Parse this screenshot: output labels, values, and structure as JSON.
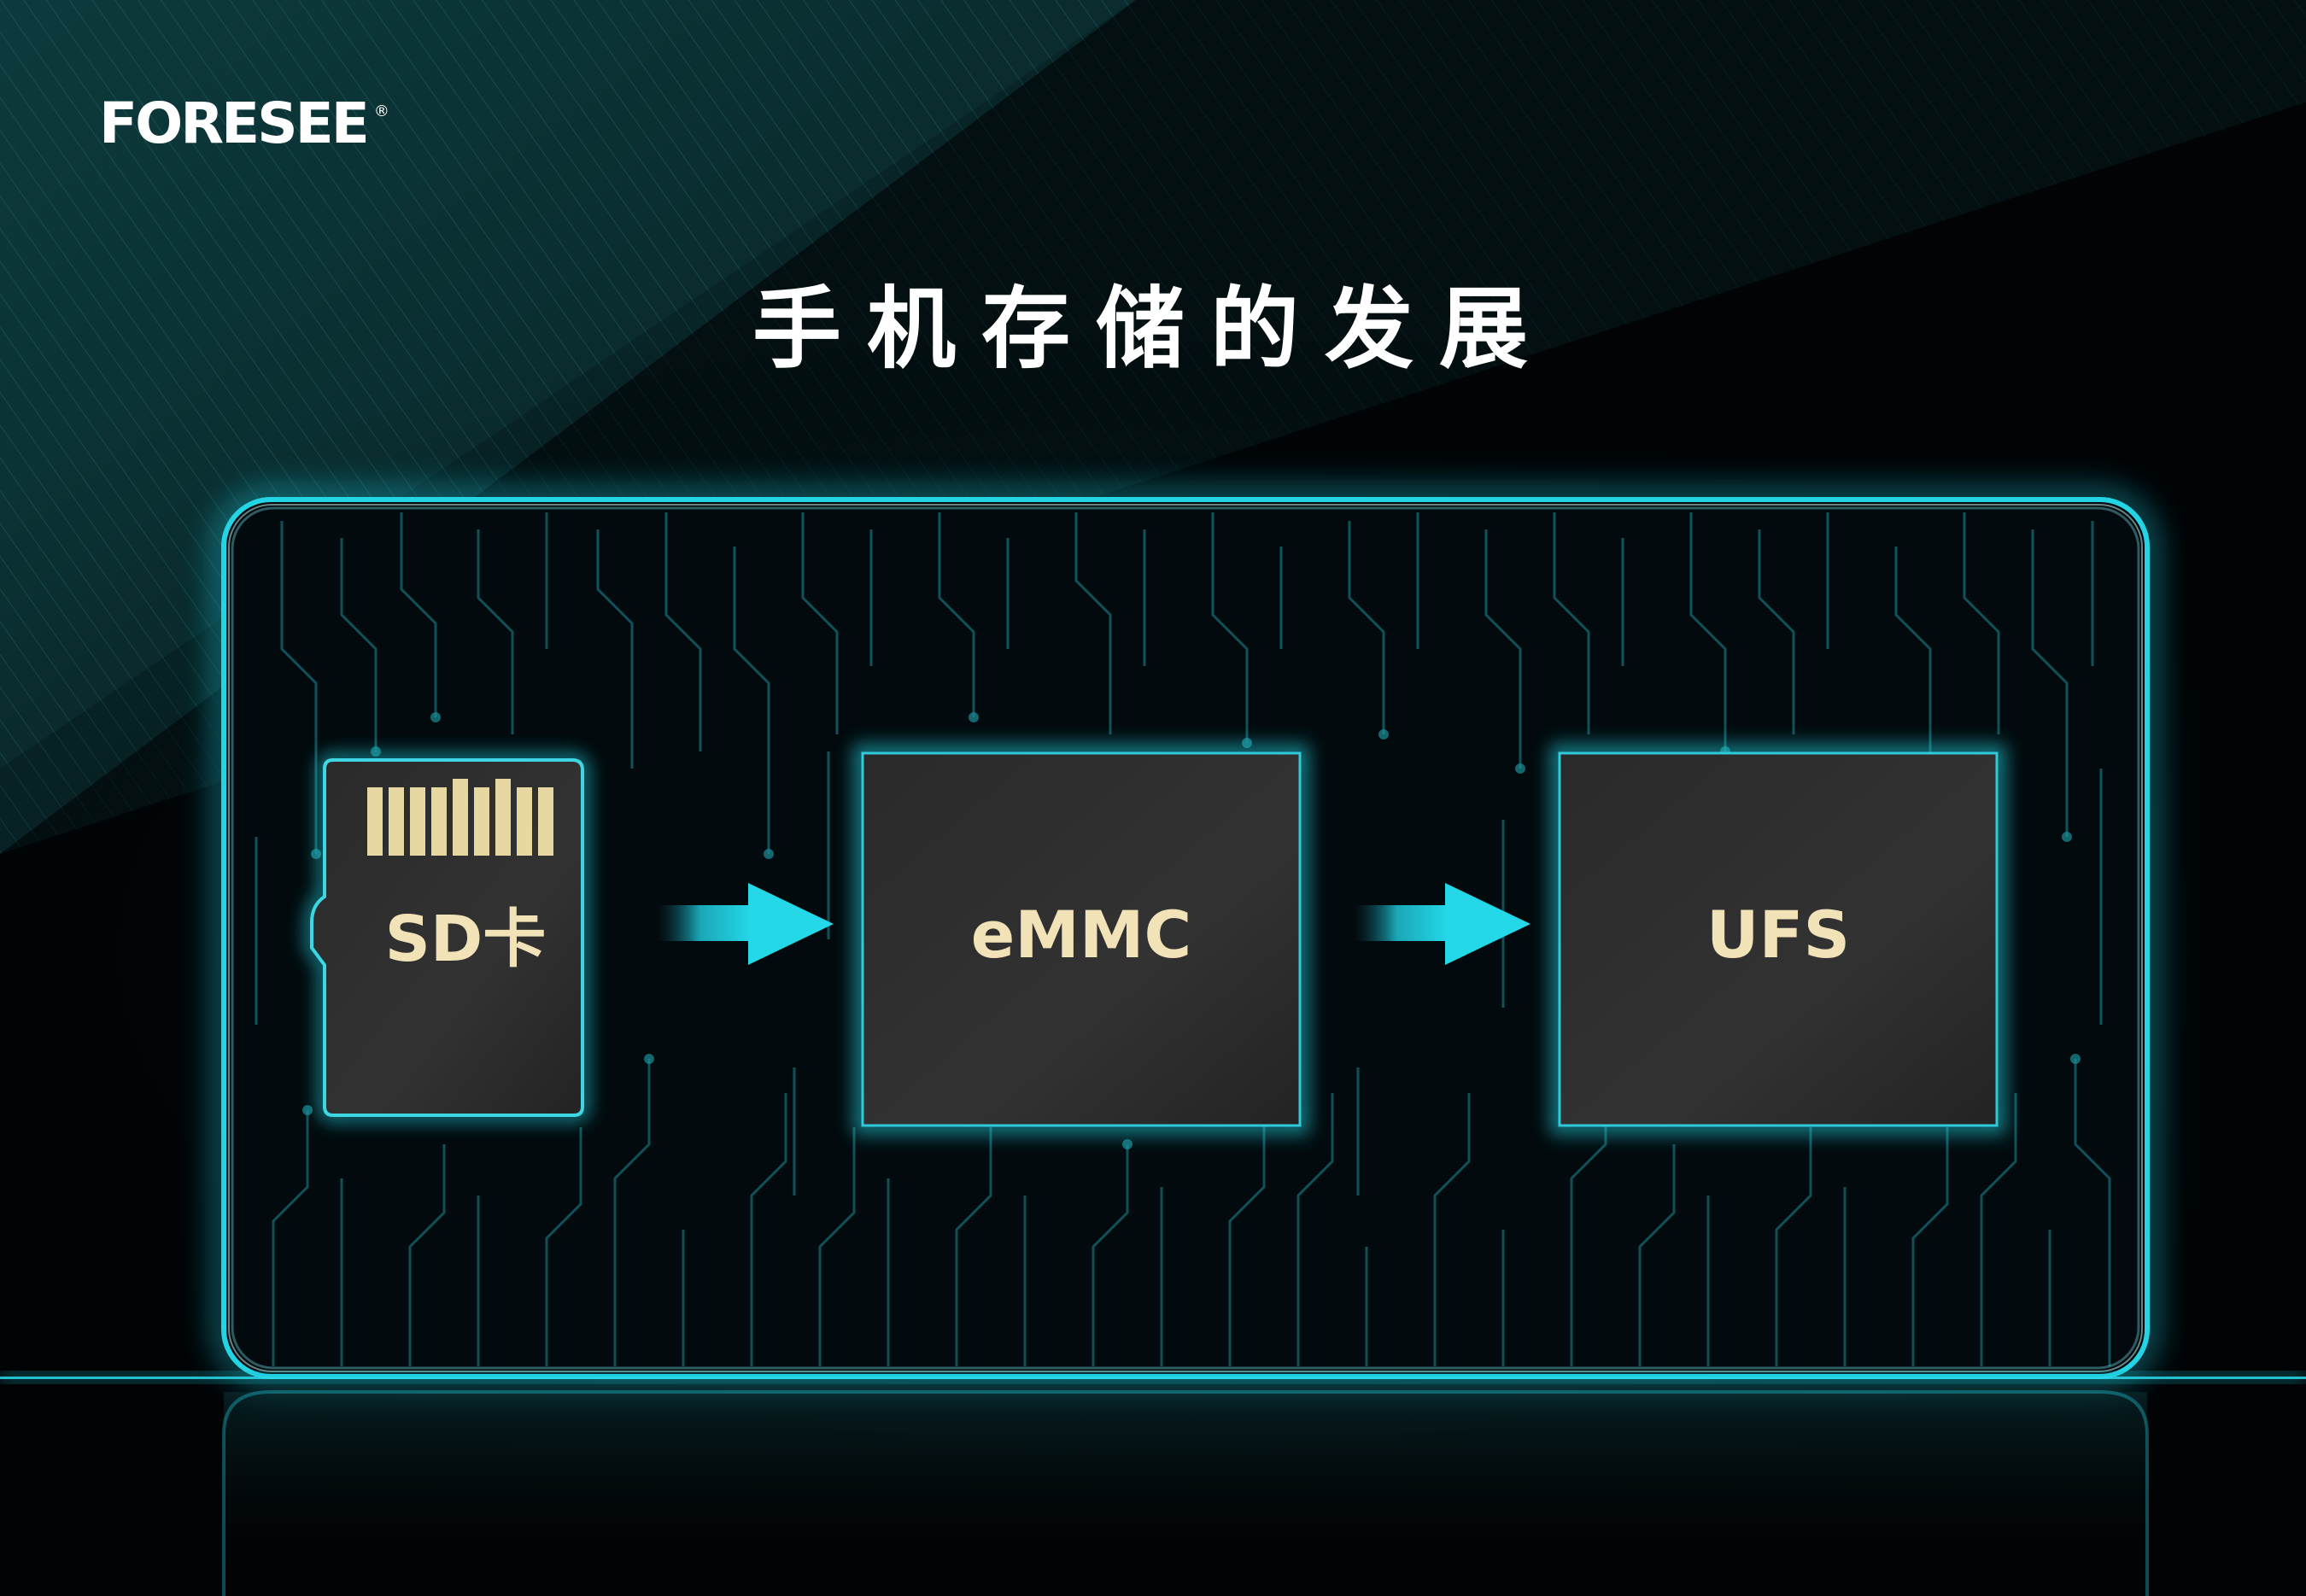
{
  "brand": {
    "logo_text": "FORESEE",
    "registered_mark": "®"
  },
  "headline": "手机存储的发展",
  "stages": [
    {
      "label": "SD卡",
      "kind": "microSD card"
    },
    {
      "label": "eMMC",
      "kind": "chip"
    },
    {
      "label": "UFS",
      "kind": "chip"
    }
  ],
  "colors": {
    "background": "#010305",
    "accent_teal": "#19c9d9",
    "label_gold": "#f1e2b8",
    "chip_fill": "#2b2b2b",
    "contact_gold": "#e7d7a0"
  },
  "icons": [
    "right-arrow-icon",
    "right-arrow-icon"
  ]
}
